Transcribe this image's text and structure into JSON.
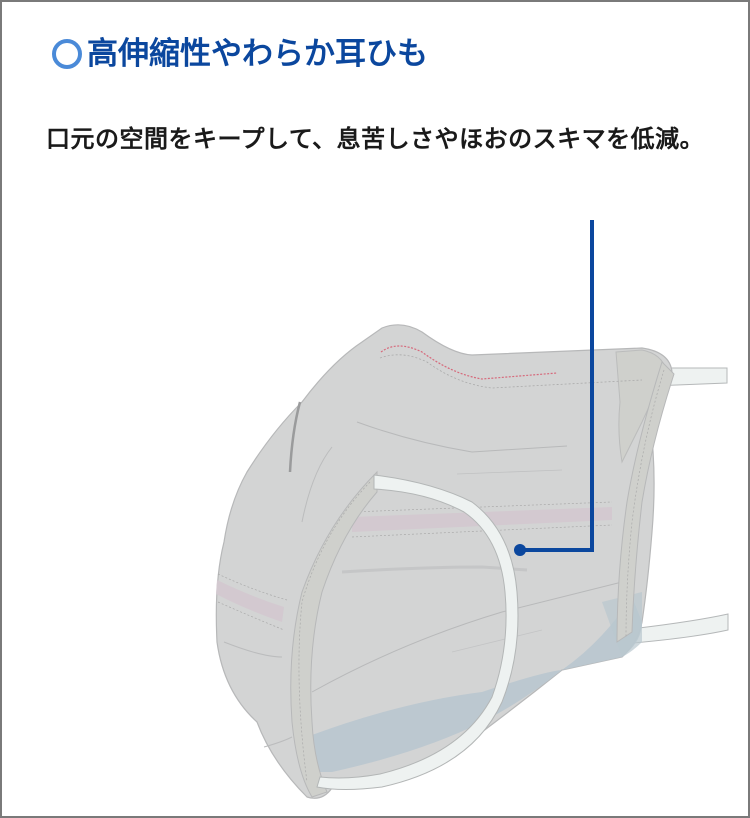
{
  "heading": {
    "bullet_icon": "circle-outline-icon",
    "title": "高伸縮性やわらか耳ひも",
    "bullet_color": "#4a8ad8",
    "title_color": "#0b479e"
  },
  "description": {
    "text": "口元の空間をキープして、息苦しさやほおのスキマを低減。"
  },
  "illustration": {
    "subject": "mask-with-ear-loop",
    "callout_color": "#0b479e",
    "mask_color": "#d3d4d4",
    "ear_loop_color": "#eef2f1",
    "inner_tint_color": "#b9c7cf",
    "stripe_color": "#d3c9d0"
  }
}
